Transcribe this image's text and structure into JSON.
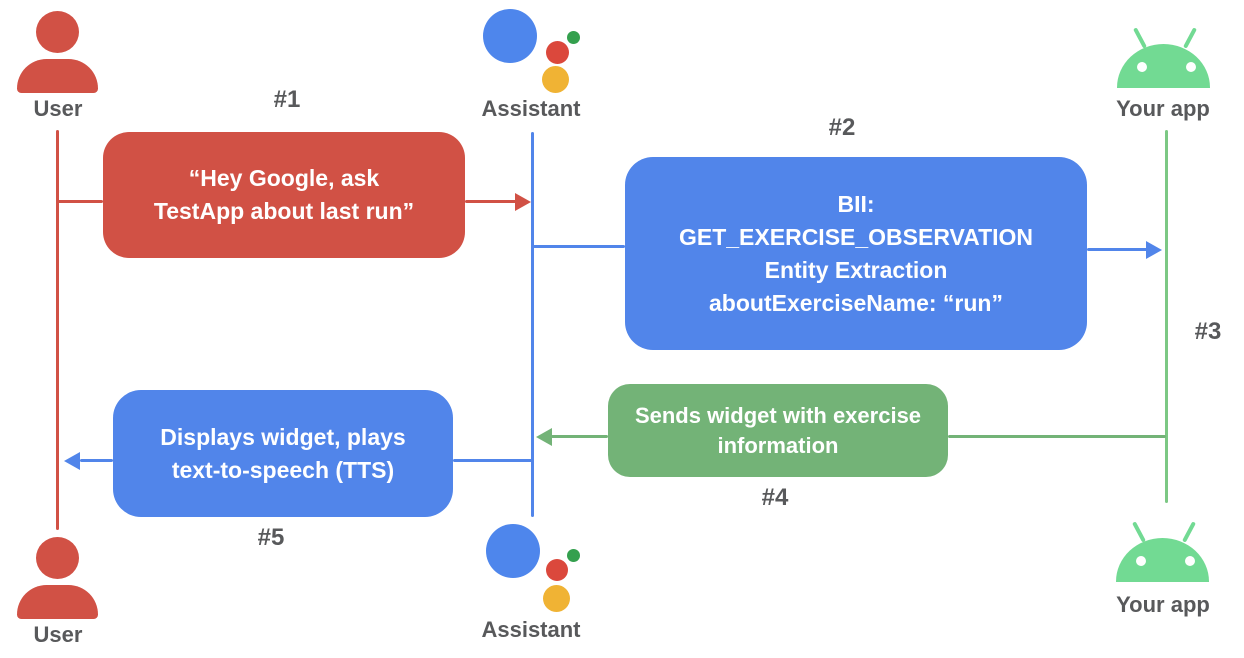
{
  "actors": {
    "user": {
      "label": "User"
    },
    "assistant": {
      "label": "Assistant"
    },
    "app": {
      "label": "Your app"
    }
  },
  "steps": {
    "s1": {
      "badge": "#1",
      "message": "“Hey Google, ask\nTestApp about last run”"
    },
    "s2": {
      "badge": "#2",
      "message": "BII:\nGET_EXERCISE_OBSERVATION\nEntity Extraction\naboutExerciseName: “run”"
    },
    "s3": {
      "badge": "#3"
    },
    "s4": {
      "badge": "#4",
      "message": "Sends widget with exercise\ninformation"
    },
    "s5": {
      "badge": "#5",
      "message": "Displays widget, plays\ntext-to-speech (TTS)"
    }
  },
  "colors": {
    "red": "#D15145",
    "blue": "#5185EA",
    "green_box": "#73B377",
    "android_green": "#72DA93",
    "lifeline_green": "#7CC884",
    "label_gray": "#58595B",
    "assistant_logo": {
      "blue": "#4E86EC",
      "red": "#DB483C",
      "yellow": "#F0B334",
      "green": "#34A04E"
    }
  }
}
